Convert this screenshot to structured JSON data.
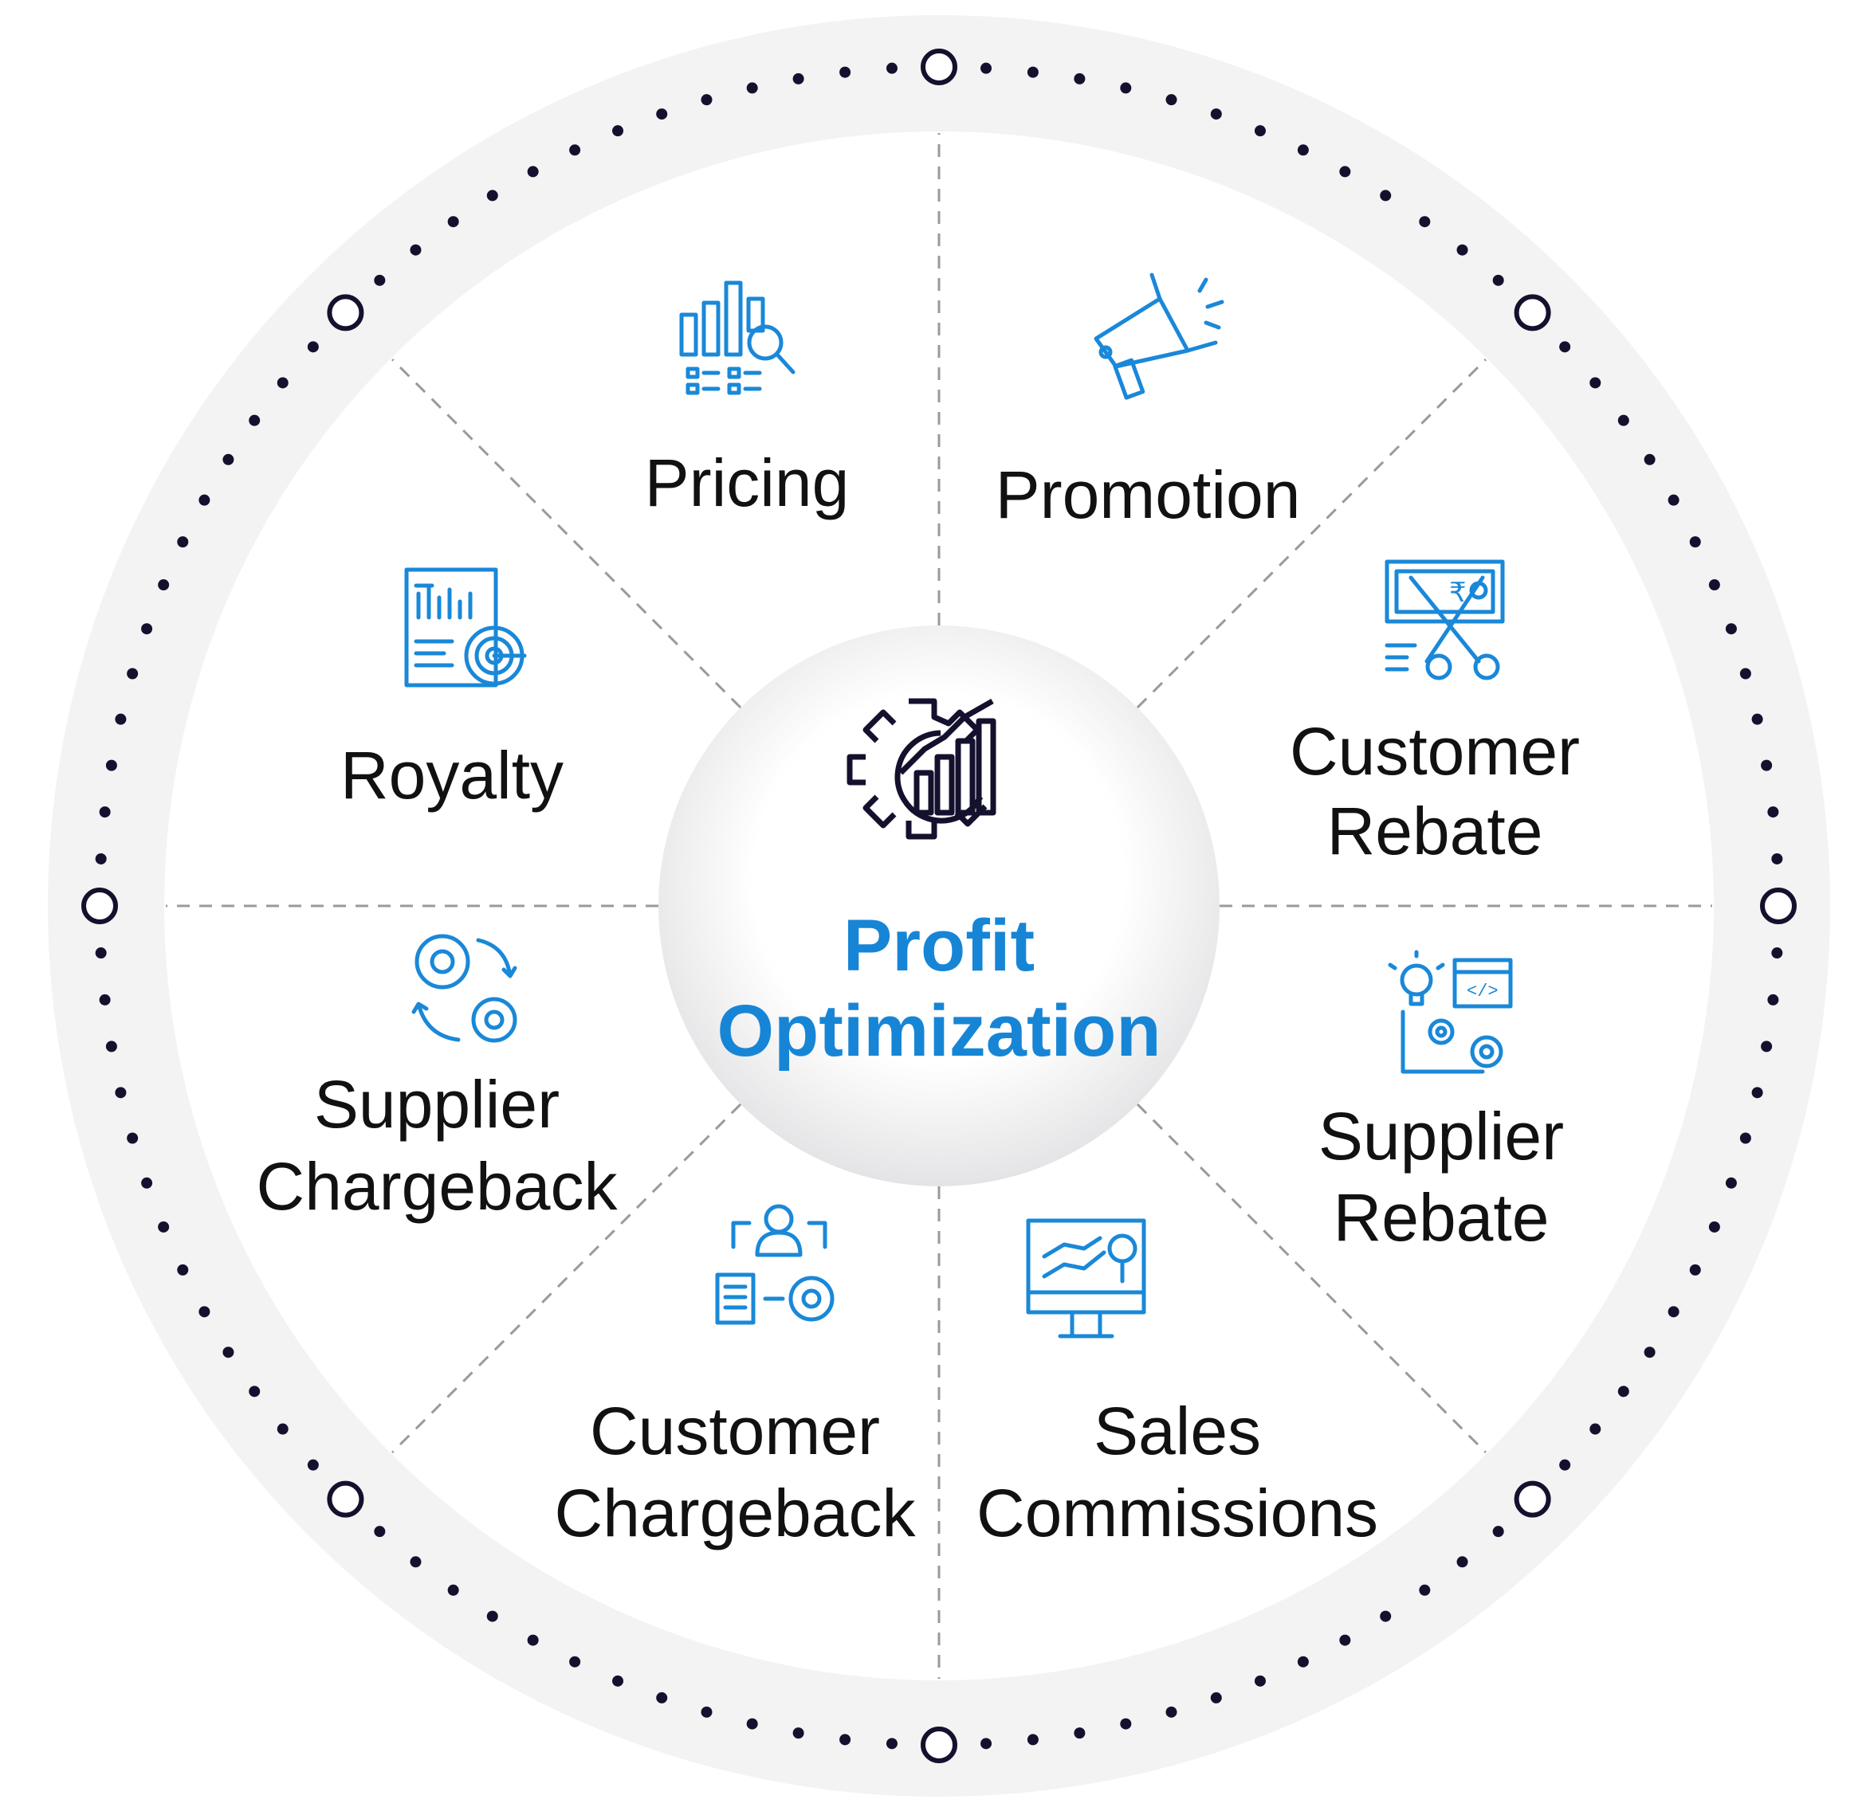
{
  "center": {
    "line1": "Profit",
    "line2": "Optimization",
    "icon": "gear-chart-icon"
  },
  "segments": [
    {
      "id": "pricing",
      "lines": [
        "Pricing"
      ],
      "icon": "bar-chart-magnifier-icon"
    },
    {
      "id": "promotion",
      "lines": [
        "Promotion"
      ],
      "icon": "megaphone-icon"
    },
    {
      "id": "customer-rebate",
      "lines": [
        "Customer",
        "Rebate"
      ],
      "icon": "cash-scissors-icon"
    },
    {
      "id": "supplier-rebate",
      "lines": [
        "Supplier",
        "Rebate"
      ],
      "icon": "idea-code-gears-icon"
    },
    {
      "id": "sales-commissions",
      "lines": [
        "Sales",
        "Commissions"
      ],
      "icon": "monitor-analytics-icon"
    },
    {
      "id": "customer-chargeback",
      "lines": [
        "Customer",
        "Chargeback"
      ],
      "icon": "person-document-gear-icon"
    },
    {
      "id": "supplier-chargeback",
      "lines": [
        "Supplier",
        "Chargeback"
      ],
      "icon": "gears-cycle-icon"
    },
    {
      "id": "royalty",
      "lines": [
        "Royalty"
      ],
      "icon": "report-target-icon"
    }
  ],
  "colors": {
    "accent": "#1785d6",
    "icon": "#1a88d8",
    "dark": "#14112e",
    "ring": "#f3f3f3"
  }
}
